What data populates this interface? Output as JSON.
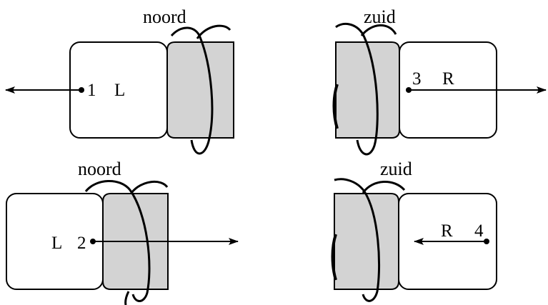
{
  "colors": {
    "background": "#ffffff",
    "stroke": "#000000",
    "magnet_fill": "#ffffff",
    "coil_core_fill": "#d3d3d3"
  },
  "panels": {
    "top_left": {
      "pole_label": "noord",
      "point_number": "1",
      "side_label": "L",
      "arrow_direction": "left"
    },
    "top_right": {
      "pole_label": "zuid",
      "point_number": "3",
      "side_label": "R",
      "arrow_direction": "right"
    },
    "bottom_left": {
      "pole_label": "noord",
      "point_number": "2",
      "side_label": "L",
      "arrow_direction": "right"
    },
    "bottom_right": {
      "pole_label": "zuid",
      "point_number": "4",
      "side_label": "R",
      "arrow_direction": "left"
    }
  }
}
